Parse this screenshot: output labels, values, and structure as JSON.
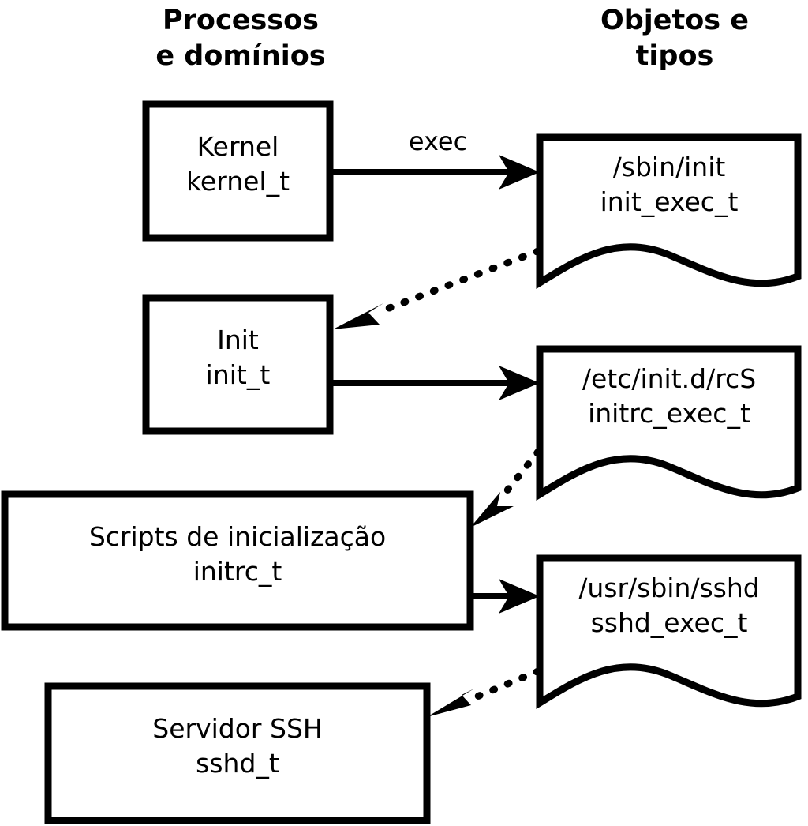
{
  "diagram": {
    "title_columns": {
      "left": "Processos\ne domínios",
      "right": "Objetos e\ntipos"
    },
    "process_nodes": [
      {
        "id": "kernel",
        "name": "Kernel",
        "type_label": "kernel_t",
        "text": "Kernel\nkernel_t"
      },
      {
        "id": "init",
        "name": "Init",
        "type_label": "init_t",
        "text": "Init\ninit_t"
      },
      {
        "id": "initrc",
        "name": "Scripts de inicialização",
        "type_label": "initrc_t",
        "text": "Scripts de inicialização\ninitrc_t"
      },
      {
        "id": "sshd",
        "name": "Servidor SSH",
        "type_label": "sshd_t",
        "text": "Servidor SSH\nsshd_t"
      }
    ],
    "object_nodes": [
      {
        "id": "init_exec",
        "path": "/sbin/init",
        "type_label": "init_exec_t",
        "text": "/sbin/init\ninit_exec_t"
      },
      {
        "id": "initrc_exec",
        "path": "/etc/init.d/rcS",
        "type_label": "initrc_exec_t",
        "text": "/etc/init.d/rcS\ninitrc_exec_t"
      },
      {
        "id": "sshd_exec",
        "path": "/usr/sbin/sshd",
        "type_label": "sshd_exec_t",
        "text": "/usr/sbin/sshd\nsshd_exec_t"
      }
    ],
    "edges": [
      {
        "id": "e1",
        "from": "kernel",
        "to": "init_exec",
        "label": "exec",
        "style": "solid"
      },
      {
        "id": "e2",
        "from": "init_exec",
        "to": "init",
        "label": "",
        "style": "dotted"
      },
      {
        "id": "e3",
        "from": "init",
        "to": "initrc_exec",
        "label": "",
        "style": "solid"
      },
      {
        "id": "e4",
        "from": "initrc_exec",
        "to": "initrc",
        "label": "",
        "style": "dotted"
      },
      {
        "id": "e5",
        "from": "initrc",
        "to": "sshd_exec",
        "label": "",
        "style": "solid"
      },
      {
        "id": "e6",
        "from": "sshd_exec",
        "to": "sshd",
        "label": "",
        "style": "dotted"
      }
    ],
    "colors": {
      "stroke": "#000000",
      "fill": "#ffffff",
      "background": "#ffffff"
    }
  }
}
